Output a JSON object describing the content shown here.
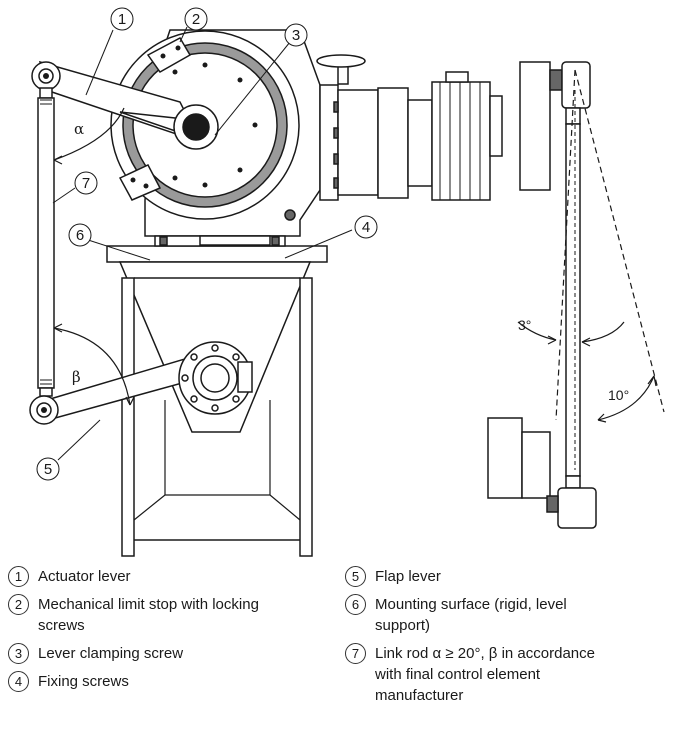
{
  "callouts": [
    "1",
    "2",
    "3",
    "4",
    "5",
    "6",
    "7"
  ],
  "angles": {
    "alpha": "α",
    "beta": "β",
    "three_deg": "3°",
    "ten_deg": "10°"
  },
  "legend": [
    {
      "num": "1",
      "text": "Actuator lever"
    },
    {
      "num": "2",
      "text": "Mechanical limit stop with locking screws"
    },
    {
      "num": "3",
      "text": "Lever clamping screw"
    },
    {
      "num": "4",
      "text": "Fixing screws"
    },
    {
      "num": "5",
      "text": "Flap lever"
    },
    {
      "num": "6",
      "text": "Mounting surface (rigid, level support)"
    },
    {
      "num": "7",
      "text": "Link rod α ≥ 20°, β in accordance with final control element manufacturer"
    }
  ]
}
